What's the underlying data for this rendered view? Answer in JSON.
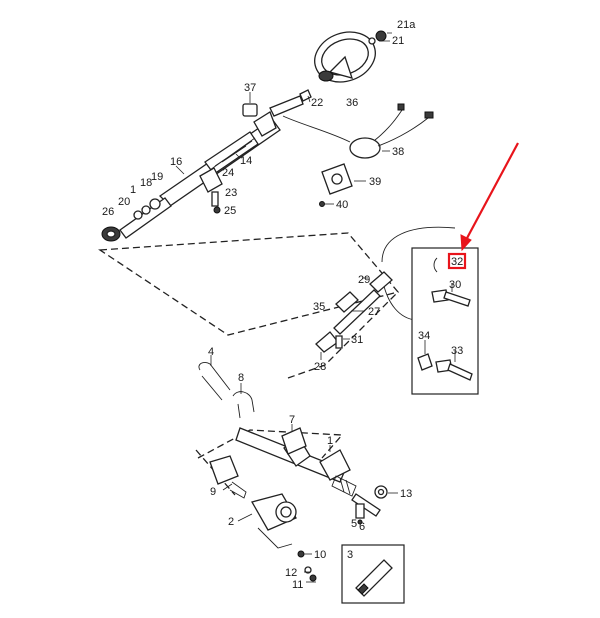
{
  "labels": {
    "l21a": "21a",
    "l21": "21",
    "l22": "22",
    "l36": "36",
    "l37": "37",
    "l14": "14",
    "l16": "16",
    "l24": "24",
    "l23": "23",
    "l25": "25",
    "l19": "19",
    "l18": "18",
    "l17": "1",
    "l20": "20",
    "l26": "26",
    "l38": "38",
    "l39": "39",
    "l40": "40",
    "l29": "29",
    "l35": "35",
    "l27": "27",
    "l31": "31",
    "l28": "28",
    "l32": "32",
    "l30": "30",
    "l34": "34",
    "l33": "33",
    "l4": "4",
    "l8": "8",
    "l7": "7",
    "l1": "1",
    "l9": "9",
    "l2": "2",
    "l13": "13",
    "l5": "5",
    "l6": "6",
    "l10": "10",
    "l12": "12",
    "l11": "11",
    "l3": "3"
  },
  "colors": {
    "highlight": "#e8141b",
    "ink": "#1a1a1a"
  }
}
